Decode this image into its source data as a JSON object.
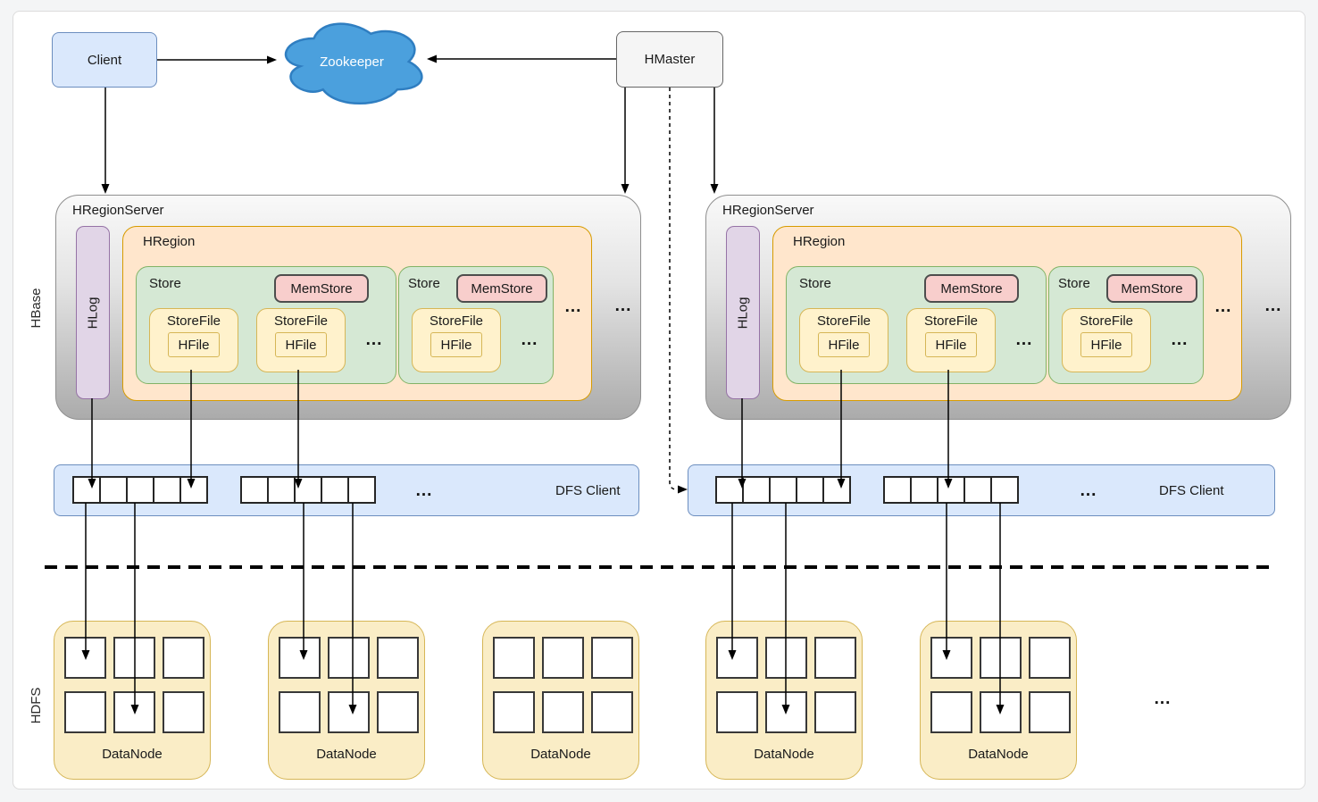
{
  "sections": {
    "hbase": "HBase",
    "hdfs_label": "HDFS"
  },
  "client": {
    "label": "Client"
  },
  "zookeeper": {
    "label": "Zookeeper"
  },
  "hmaster": {
    "label": "HMaster"
  },
  "region_servers": [
    {
      "label": "HRegionServer",
      "hlog": "HLog",
      "hregion": {
        "label": "HRegion",
        "stores": [
          {
            "label": "Store",
            "memstore": "MemStore",
            "storefiles": [
              {
                "label": "StoreFile",
                "hfile": "HFile"
              },
              {
                "label": "StoreFile",
                "hfile": "HFile"
              }
            ],
            "ellipsis": "..."
          },
          {
            "label": "Store",
            "memstore": "MemStore",
            "storefiles": [
              {
                "label": "StoreFile",
                "hfile": "HFile"
              }
            ],
            "ellipsis": "..."
          }
        ],
        "ellipsis": "..."
      },
      "ellipsis": "..."
    },
    {
      "label": "HRegionServer",
      "hlog": "HLog",
      "hregion": {
        "label": "HRegion",
        "stores": [
          {
            "label": "Store",
            "memstore": "MemStore",
            "storefiles": [
              {
                "label": "StoreFile",
                "hfile": "HFile"
              },
              {
                "label": "StoreFile",
                "hfile": "HFile"
              }
            ],
            "ellipsis": "..."
          },
          {
            "label": "Store",
            "memstore": "MemStore",
            "storefiles": [
              {
                "label": "StoreFile",
                "hfile": "HFile"
              }
            ],
            "ellipsis": "..."
          }
        ],
        "ellipsis": "..."
      },
      "ellipsis": "..."
    }
  ],
  "dfs_clients": [
    {
      "label": "DFS Client",
      "ellipsis": "...",
      "block_groups": 2,
      "blocks_per_group": 5
    },
    {
      "label": "DFS Client",
      "ellipsis": "...",
      "block_groups": 2,
      "blocks_per_group": 5
    }
  ],
  "hdfs": {
    "datanodes": [
      {
        "label": "DataNode",
        "blocks": 6
      },
      {
        "label": "DataNode",
        "blocks": 6
      },
      {
        "label": "DataNode",
        "blocks": 6
      },
      {
        "label": "DataNode",
        "blocks": 6
      },
      {
        "label": "DataNode",
        "blocks": 6
      }
    ],
    "ellipsis": "..."
  },
  "colors": {
    "client_fill": "#DAE8FC",
    "client_stroke": "#6C8EBF",
    "zookeeper_fill": "#4BA0DD",
    "zookeeper_stroke": "#2F7EC1",
    "hmaster_fill": "#F5F5F5",
    "hmaster_stroke": "#666666",
    "server_fill_top": "#F9F9F9",
    "server_fill_bottom": "#ABABAB",
    "hlog_fill": "#E1D5E7",
    "hlog_stroke": "#9673A6",
    "hregion_fill": "#FFE6CC",
    "hregion_stroke": "#D79B00",
    "store_fill": "#D5E8D4",
    "store_stroke": "#82B366",
    "memstore_fill": "#F8CECC",
    "storefile_fill": "#FFF2CC",
    "storefile_stroke": "#D6B656",
    "datanode_fill": "#FAEDC6",
    "arrow": "#000000"
  }
}
